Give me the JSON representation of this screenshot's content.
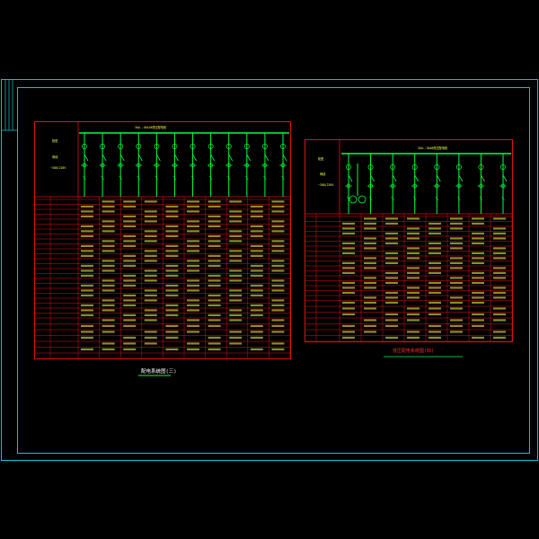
{
  "colors": {
    "background": "#000000",
    "frame": "#00c8c8",
    "table_line": "#e01010",
    "text": "#ffff55",
    "bus": "#00ff40",
    "title": "#00ff40",
    "caption_red": "#ff3030"
  },
  "left_panel": {
    "header_title": "3AA--3AA10低压配电柜",
    "side_labels": [
      "柜型",
      "母线",
      "~380/220V"
    ],
    "feeder_count": 12,
    "title_row": [
      "型号",
      "GGD"
    ],
    "caption": "配电系统图(三)"
  },
  "right_panel": {
    "header_title": "3AA--3AA8低压配电柜",
    "side_labels": [
      "柜型",
      "母线",
      "~380/220V"
    ],
    "feeder_count": 8,
    "caption": "低压配电系统图(四)"
  }
}
